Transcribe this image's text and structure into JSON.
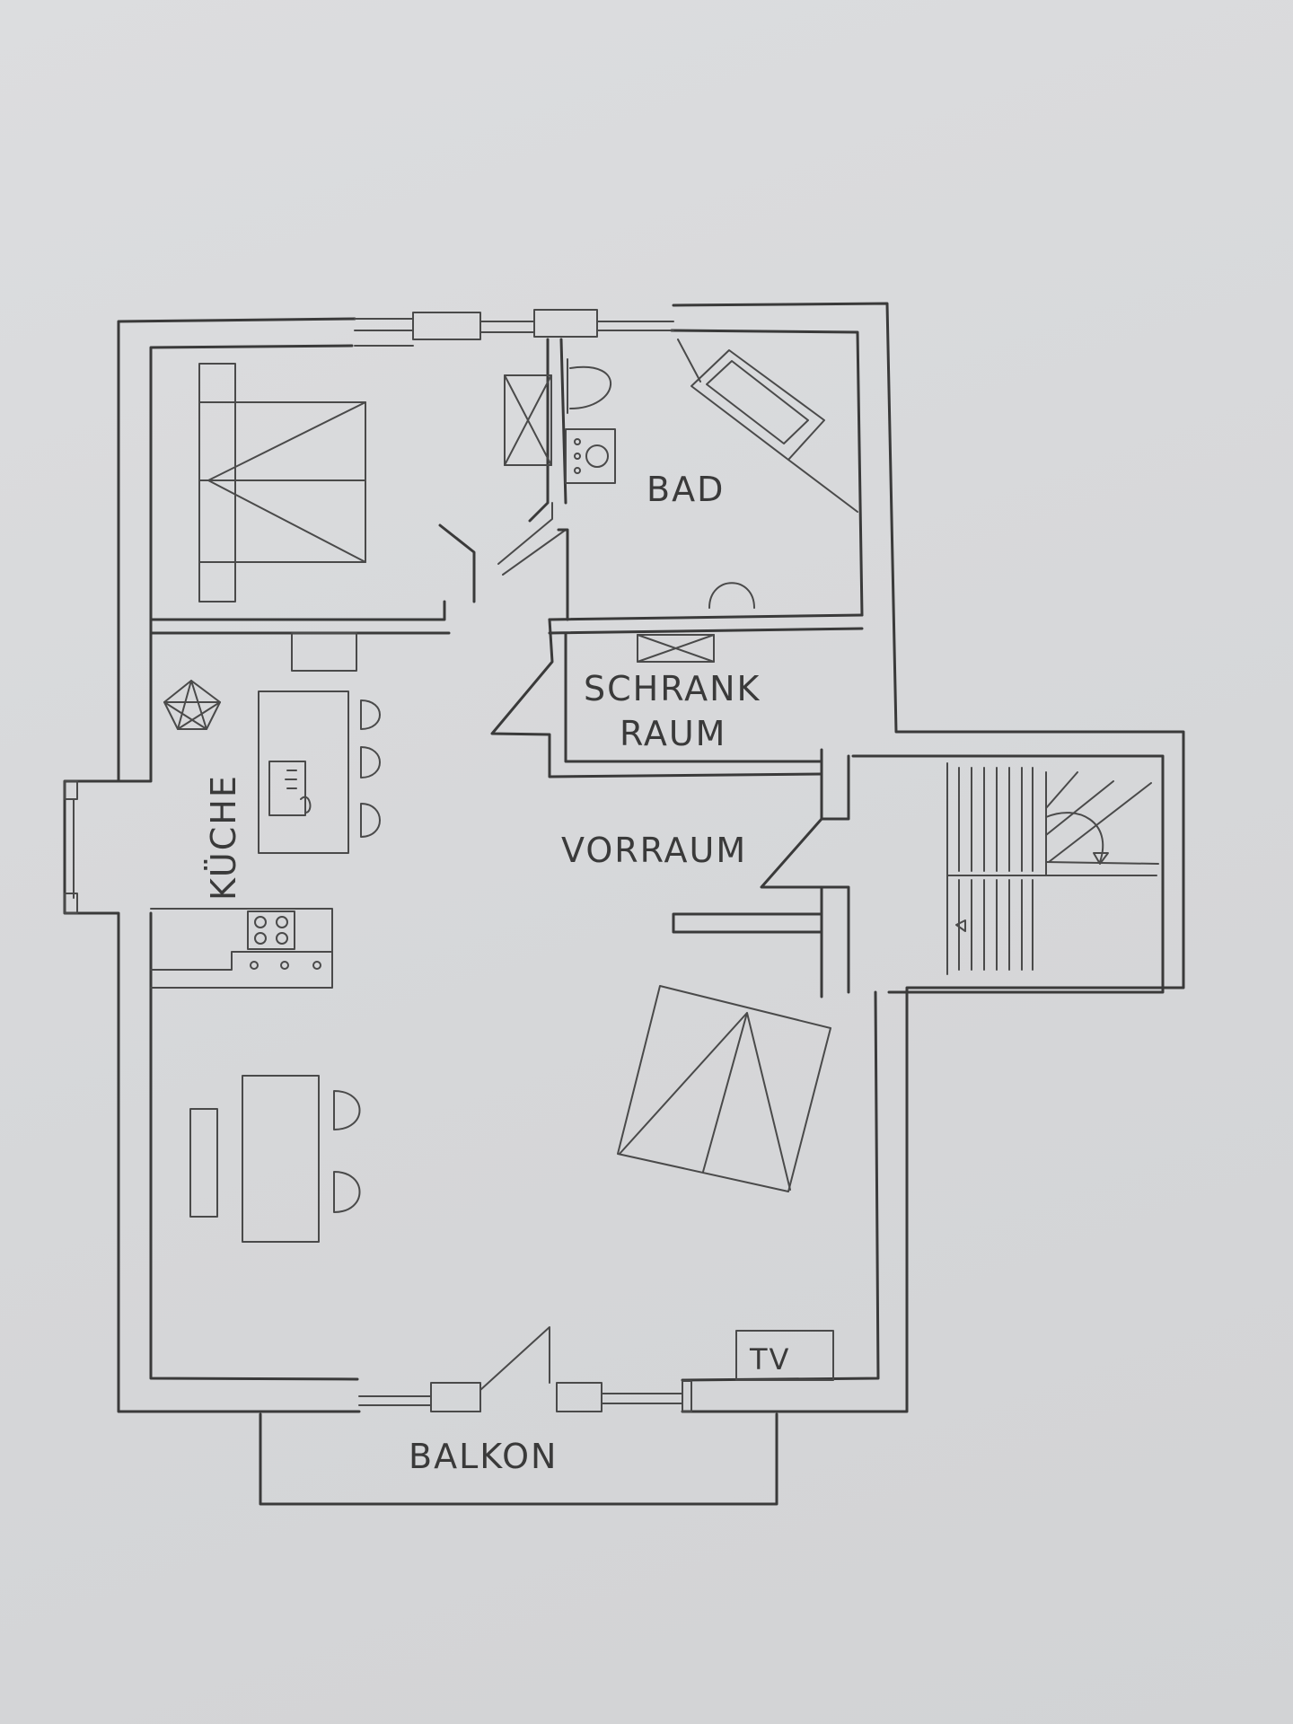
{
  "plan": {
    "rooms": {
      "bad": "BAD",
      "schrankraum_line1": "SCHRANK",
      "schrankraum_line2": "RAUM",
      "kueche": "KÜCHE",
      "vorraum": "VORRAUM",
      "balkon": "BALKON"
    },
    "tv": "TV"
  },
  "colors": {
    "paper": "#d9dadc",
    "pencil": "#3a3a3a"
  }
}
